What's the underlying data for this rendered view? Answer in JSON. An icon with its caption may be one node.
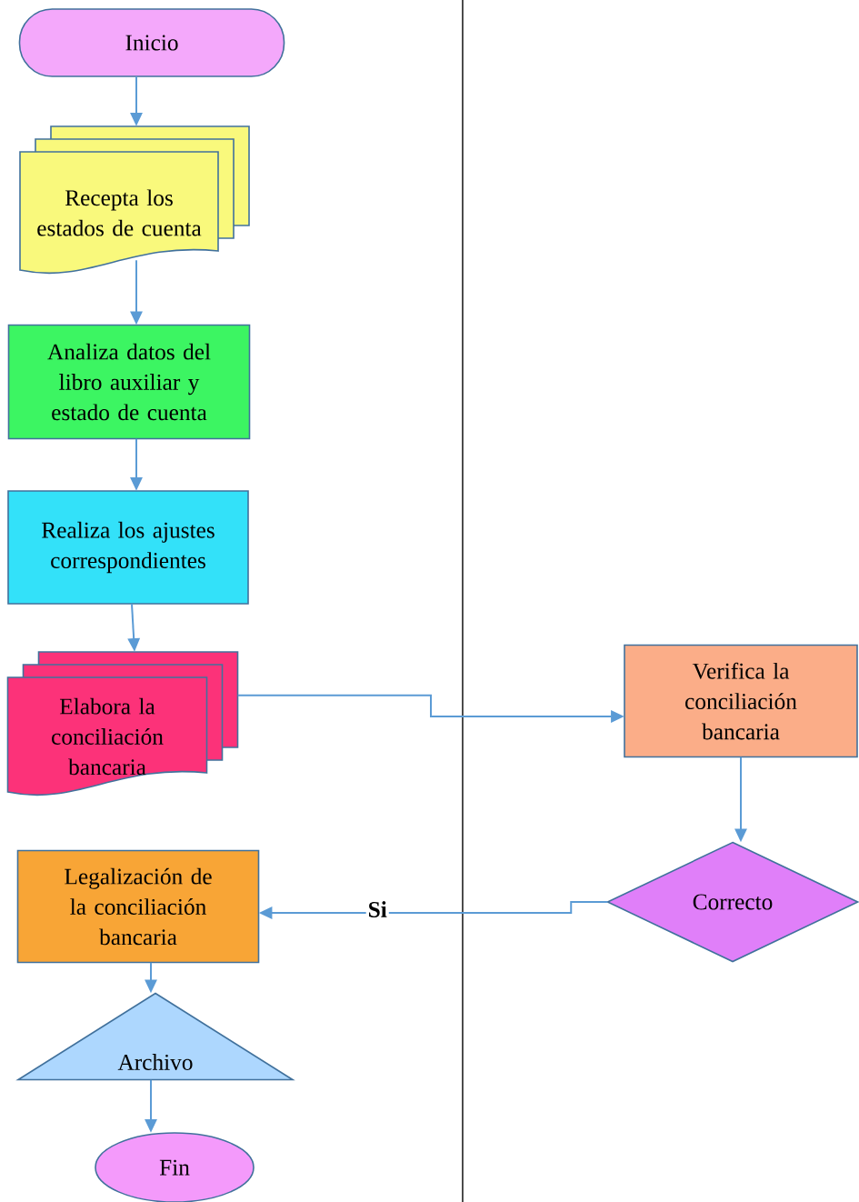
{
  "diagram": {
    "nodes": [
      {
        "text": [
          "Inicio"
        ]
      },
      {
        "text": [
          "Recepta los estados de cuenta"
        ]
      },
      {
        "text": [
          "Analiza datos del libro auxiliar y estado de cuenta"
        ]
      },
      {
        "text": [
          "Realiza los ajustes correspondientes"
        ]
      },
      {
        "text": [
          "Elabora la conciliación bancaria"
        ]
      },
      {
        "text": [
          "Verifica la conciliación bancaria"
        ]
      },
      {
        "text": [
          "Correcto"
        ]
      },
      {
        "text": [
          "Legalización de la conciliación bancaria"
        ]
      },
      {
        "text": [
          "Archivo"
        ]
      },
      {
        "text": [
          "Fin"
        ]
      }
    ],
    "edges": [
      {
        "from": 0,
        "to": 1,
        "arrow": "to"
      },
      {
        "from": 1,
        "to": 2,
        "arrow": "to"
      },
      {
        "from": 2,
        "to": 3,
        "arrow": "to"
      },
      {
        "from": 3,
        "to": 4,
        "arrow": "to"
      },
      {
        "from": 4,
        "to": 5,
        "arrow": "to"
      },
      {
        "from": 5,
        "to": 6,
        "arrow": "to"
      },
      {
        "from": 6,
        "to": 7,
        "arrow": "to",
        "label": "Si"
      },
      {
        "from": 7,
        "to": 8,
        "arrow": "to"
      },
      {
        "from": 8,
        "to": 9,
        "arrow": "to"
      }
    ]
  }
}
